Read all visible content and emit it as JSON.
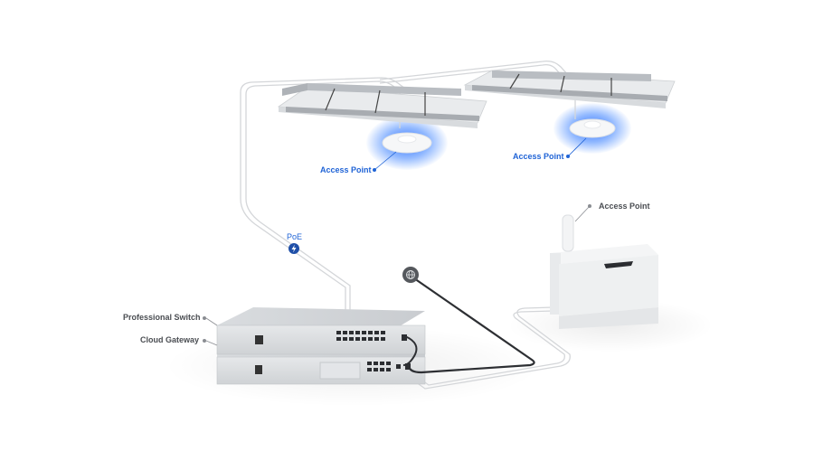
{
  "diagram": {
    "title": "Network topology: Cloud Gateway, Professional Switch, PoE Access Points",
    "labels": {
      "ap_ceiling_left": "Access Point",
      "ap_ceiling_right": "Access Point",
      "ap_cabinet": "Access Point",
      "poe": "PoE",
      "professional_switch": "Professional Switch",
      "cloud_gateway": "Cloud Gateway"
    },
    "icons": {
      "poe": "lightning-bolt-icon",
      "internet": "globe-icon"
    },
    "colors": {
      "accent_blue": "#1f63d6",
      "label_gray": "#4a4d52",
      "internet_cable": "#2d2f33",
      "poe_cable": "#d9dbde"
    }
  }
}
